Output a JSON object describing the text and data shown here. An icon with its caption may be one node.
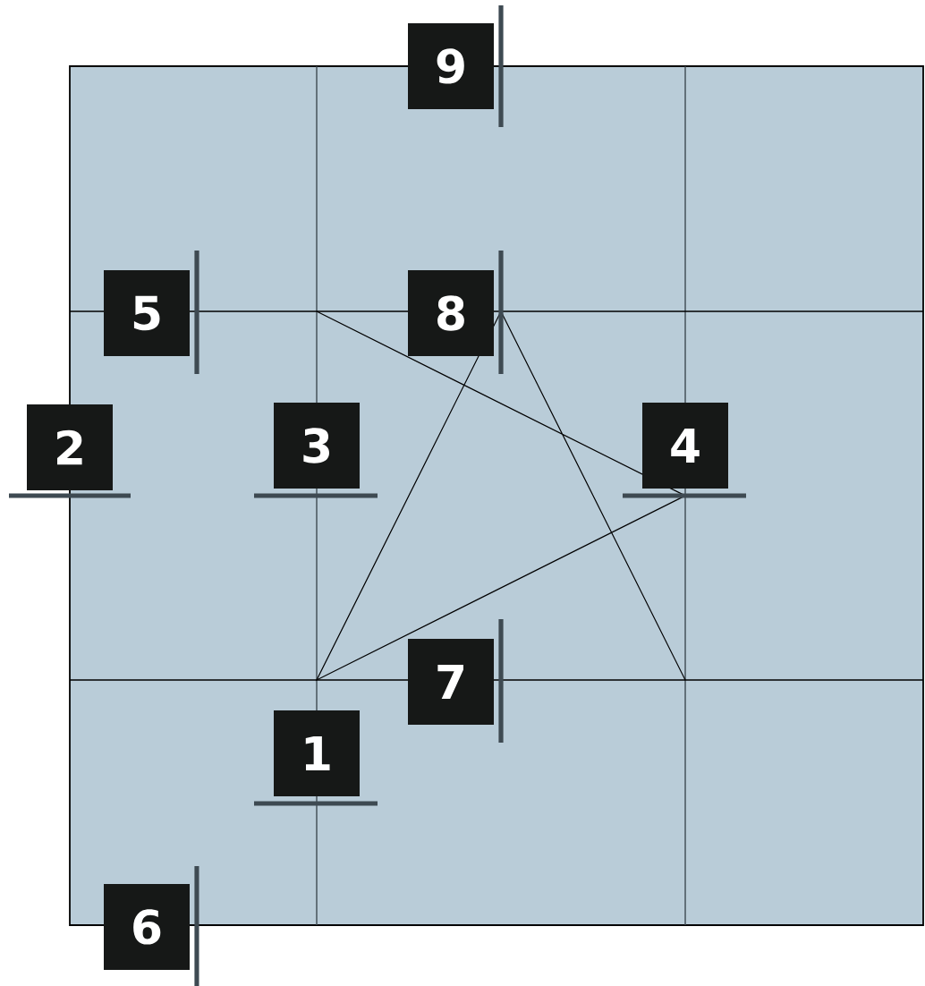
{
  "diagram": {
    "labels": [
      "9",
      "5",
      "8",
      "2",
      "3",
      "4",
      "7",
      "1",
      "6"
    ]
  }
}
